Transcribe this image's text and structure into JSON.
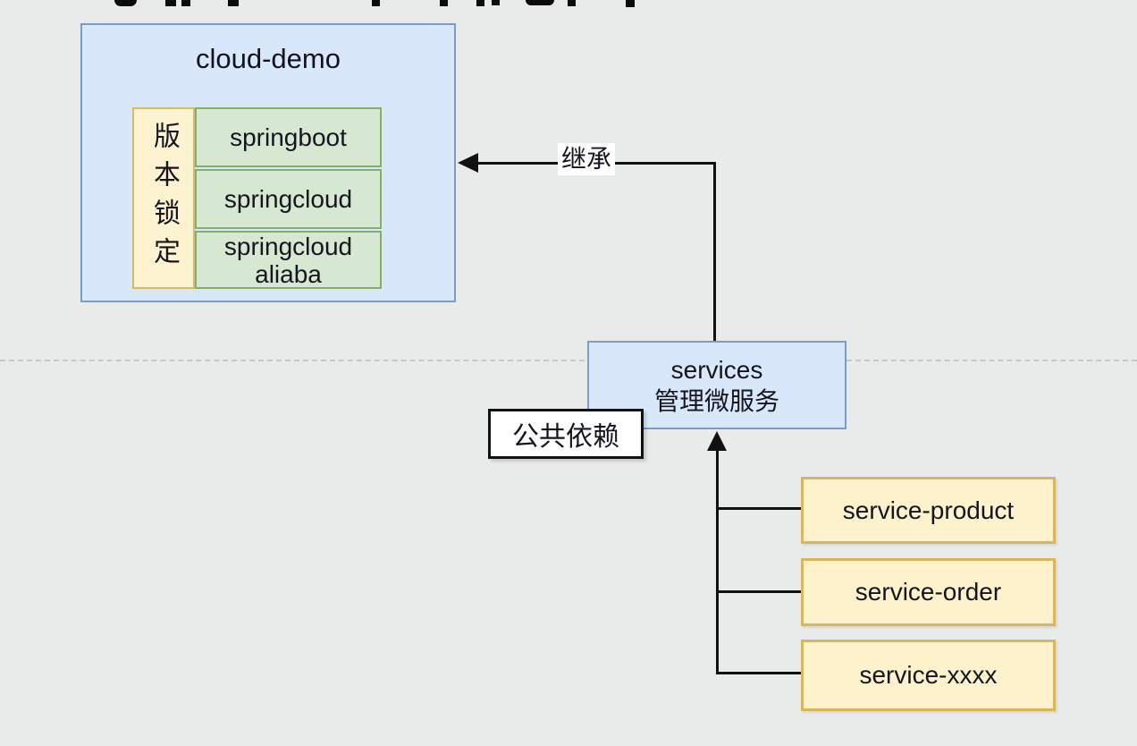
{
  "diagram": {
    "type": "maven-microservice-architecture",
    "cloud_demo": {
      "title": "cloud-demo",
      "version_lock_label": "版本锁定",
      "modules": [
        "springboot",
        "springcloud",
        "springcloud aliaba"
      ]
    },
    "edges": {
      "inherit_label": "继承"
    },
    "services_node": {
      "line1": "services",
      "line2": "管理微服务"
    },
    "common_dependency_label": "公共依赖",
    "service_nodes": [
      "service-product",
      "service-order",
      "service-xxxx"
    ],
    "colors": {
      "background": "#e9eaea",
      "blue_fill": "#d9e7fa",
      "blue_border": "#7b9bc8",
      "green_fill": "#d6e8d2",
      "green_border": "#85ae6c",
      "yellow_fill": "#fdf3d0",
      "yellow_border": "#d8ba6a",
      "leaf_yellow_fill": "#fdf2cb",
      "leaf_yellow_border": "#d9b65c",
      "line": "#111111",
      "dashed_divider": "#c8c8c8",
      "text": "#15151f"
    }
  }
}
